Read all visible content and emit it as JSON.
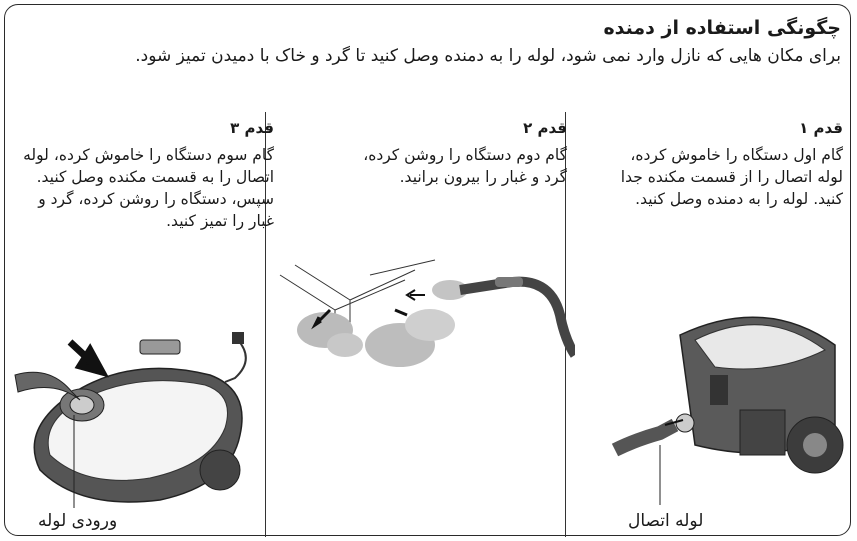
{
  "title": "چگونگی استفاده از دمنده",
  "intro": "برای مکان هایی که نازل وارد نمی شود، لوله را به دمنده وصل کنید تا گرد و خاک با دمیدن تمیز شود.",
  "steps": [
    {
      "heading": "قدم ۱",
      "text": "گام اول دستگاه را خاموش کرده، لوله اتصال را از قسمت مکنده جدا کنید. لوله را به دمنده وصل کنید."
    },
    {
      "heading": "قدم ۲",
      "text": "گام دوم دستگاه را روشن کرده، گرد و غبار را بیرون برانید."
    },
    {
      "heading": "قدم ۳",
      "text": "گام سوم دستگاه را خاموش کرده، لوله اتصال را به قسمت مکنده وصل کنید. سپس، دستگاه را روشن کرده، گرد و غبار را تمیز کنید."
    }
  ],
  "captions": {
    "step1": "لوله اتصال",
    "step3": "ورودی لوله"
  }
}
